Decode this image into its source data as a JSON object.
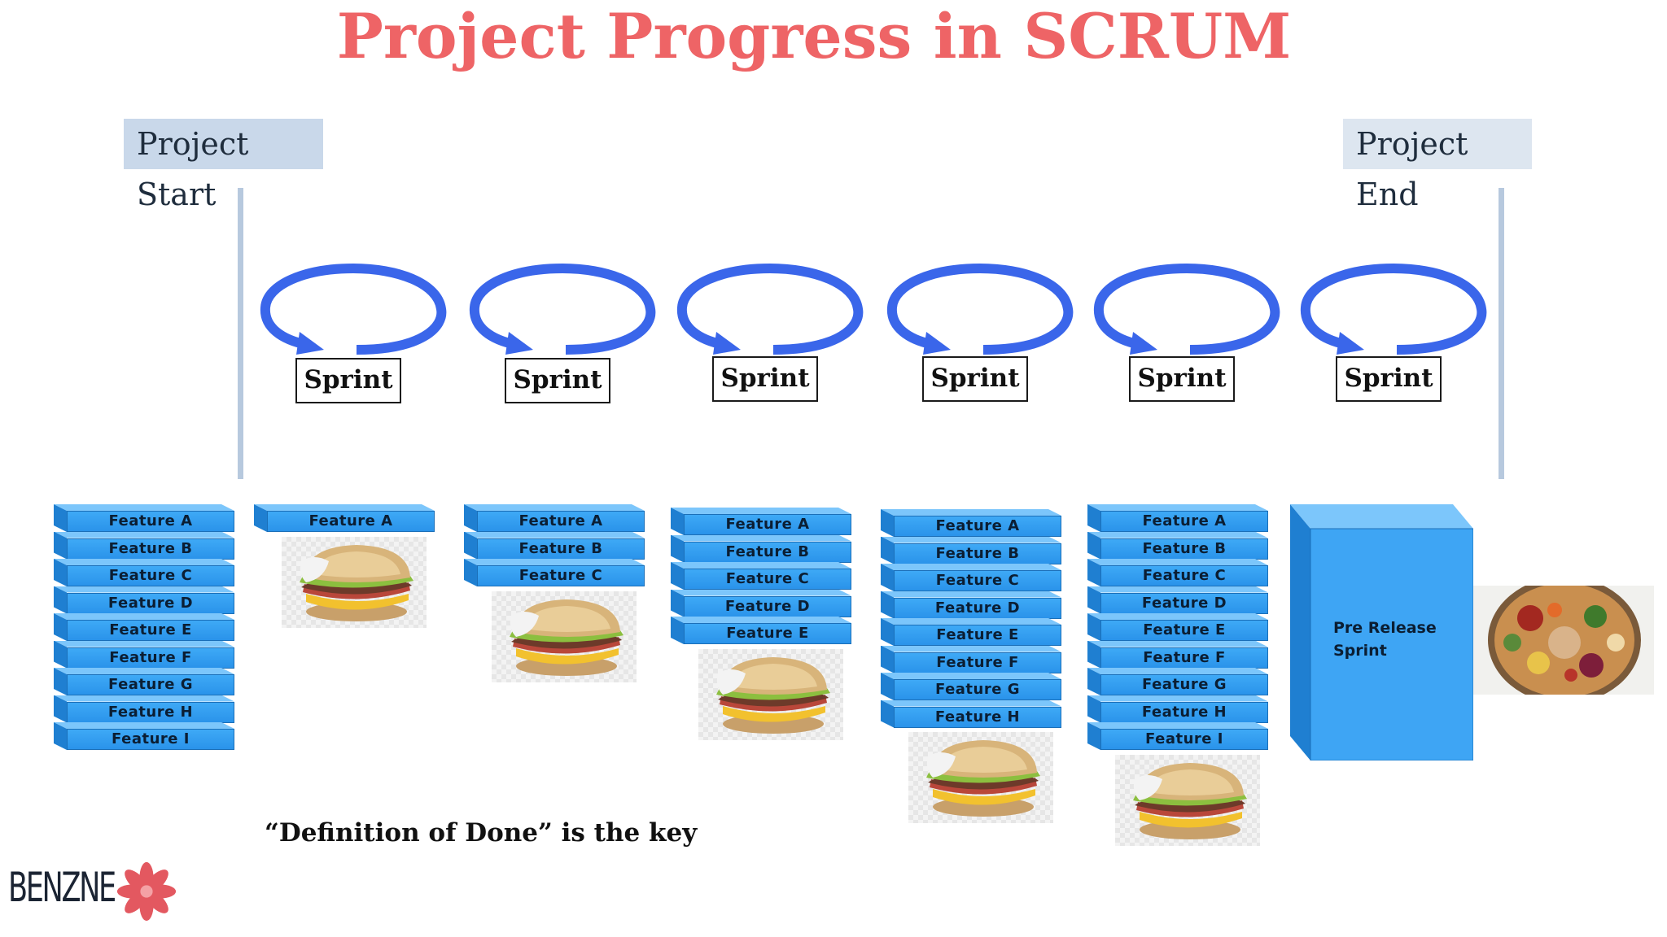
{
  "title": "Project Progress in SCRUM",
  "project_start": "Project Start",
  "project_end": "Project End",
  "sprint_label": "Sprint",
  "sprints_count": 6,
  "stacks": [
    {
      "features": [
        "Feature A",
        "Feature B",
        "Feature C",
        "Feature D",
        "Feature E",
        "Feature F",
        "Feature G",
        "Feature H",
        "Feature I"
      ],
      "burger": false
    },
    {
      "features": [
        "Feature A"
      ],
      "burger": true
    },
    {
      "features": [
        "Feature A",
        "Feature B",
        "Feature C"
      ],
      "burger": true
    },
    {
      "features": [
        "Feature A",
        "Feature B",
        "Feature C",
        "Feature D",
        "Feature E"
      ],
      "burger": true
    },
    {
      "features": [
        "Feature A",
        "Feature B",
        "Feature C",
        "Feature D",
        "Feature E",
        "Feature F",
        "Feature G",
        "Feature H"
      ],
      "burger": true
    },
    {
      "features": [
        "Feature A",
        "Feature B",
        "Feature C",
        "Feature D",
        "Feature E",
        "Feature F",
        "Feature G",
        "Feature H",
        "Feature I"
      ],
      "burger": true
    }
  ],
  "pre_release_label": "Pre Release Sprint",
  "definition_of_done": "“Definition of Done” is the key",
  "logo": {
    "text": "BENZNE"
  },
  "colors": {
    "title": "#ee6466",
    "feature_blue": "#2f9bf0",
    "cycle_blue": "#3a66ea",
    "label_bg": "#c9d8ea"
  }
}
